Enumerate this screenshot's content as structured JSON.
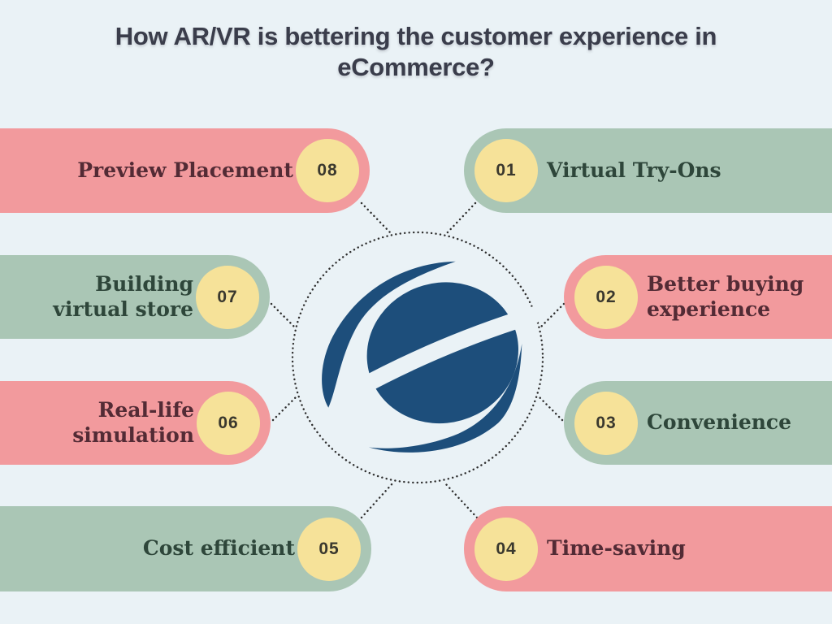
{
  "title": "How AR/VR is bettering the customer experience in eCommerce?",
  "center": {
    "logo_name": "ecommerce-e-globe-logo"
  },
  "items": [
    {
      "number": "01",
      "label": "Virtual Try-Ons",
      "side": "right",
      "color": "green"
    },
    {
      "number": "02",
      "label": "Better buying\nexperience",
      "side": "right",
      "color": "pink"
    },
    {
      "number": "03",
      "label": "Convenience",
      "side": "right",
      "color": "green"
    },
    {
      "number": "04",
      "label": "Time-saving",
      "side": "right",
      "color": "pink"
    },
    {
      "number": "05",
      "label": "Cost efficient",
      "side": "left",
      "color": "green"
    },
    {
      "number": "06",
      "label": "Real-life\nsimulation",
      "side": "left",
      "color": "pink"
    },
    {
      "number": "07",
      "label": "Building\nvirtual store",
      "side": "left",
      "color": "green"
    },
    {
      "number": "08",
      "label": "Preview Placement",
      "side": "left",
      "color": "pink"
    }
  ],
  "colors": {
    "background": "#EAF2F6",
    "pink_bar": "#F29A9D",
    "green_bar": "#AAC6B5",
    "yellow_badge": "#F6E299",
    "logo_navy": "#1D4E7B",
    "title_text": "#3A3D4B",
    "pink_text": "#532B35",
    "green_text": "#2E463A",
    "number_text": "#3A382E",
    "dotted_line": "#2E2E2E"
  }
}
